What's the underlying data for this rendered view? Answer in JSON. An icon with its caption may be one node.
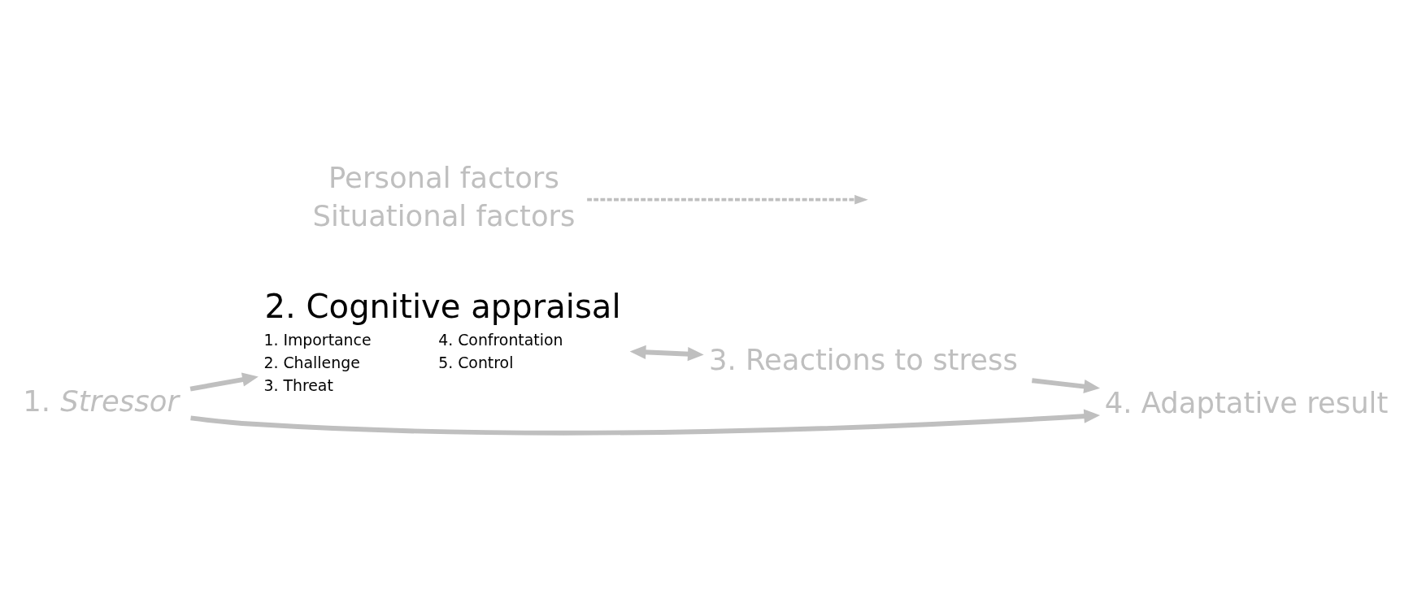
{
  "diagram": {
    "nodes": [
      {
        "text": [
          "1. *Stressor*"
        ]
      },
      {
        "text": [
          "2. Cognitive appraisal"
        ],
        "beside": [
          "1. Importance",
          "2. Challenge",
          "3. Threat",
          "4. Confrontation",
          "5. Control"
        ]
      },
      {
        "text": [
          "3. Reactions to stress"
        ]
      },
      {
        "text": [
          "4. Adaptative result"
        ]
      },
      {
        "text": [
          "Personal factors",
          "Situational factors"
        ]
      }
    ],
    "edges": [
      {
        "from": 0,
        "to": 1,
        "arrow": "to"
      },
      {
        "from": 1,
        "to": 2,
        "arrow": "both"
      },
      {
        "from": 2,
        "to": 3,
        "arrow": "to"
      },
      {
        "from": 0,
        "to": 3,
        "arrow": "to"
      },
      {
        "from": 4,
        "to": null,
        "arrow": "to",
        "style": "dashed"
      }
    ]
  }
}
